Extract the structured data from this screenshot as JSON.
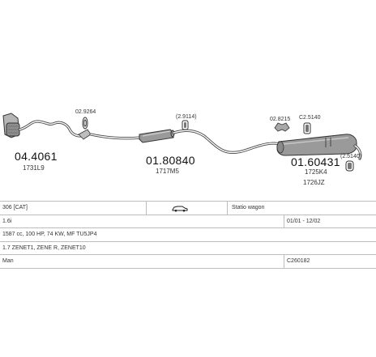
{
  "diagram": {
    "parts": [
      {
        "number": "04.4061",
        "code": "1731L9"
      },
      {
        "number": "01.80840",
        "code": "1717M5"
      },
      {
        "number": "01.60431",
        "code": "1725K4",
        "code2": "1726JZ"
      }
    ],
    "accessories": [
      {
        "label": "02.9264"
      },
      {
        "label": "(2.9114)"
      },
      {
        "label": "02.8215"
      },
      {
        "label": "C2.5140"
      },
      {
        "label": "(2.5140)"
      }
    ]
  },
  "table": {
    "model": "306 [CAT]",
    "body_icon": "car-icon",
    "body_type": "Statio wagon",
    "engine": "1.6i",
    "years": "01/01 - 12/02",
    "specs": "1587 cc, 100 HP, 74 KW, MF TU5JP4",
    "engine_codes": "1.7 ZENET1, ZENE R, ZENET10",
    "gearbox": "Man",
    "catalog_code": "C260182"
  }
}
